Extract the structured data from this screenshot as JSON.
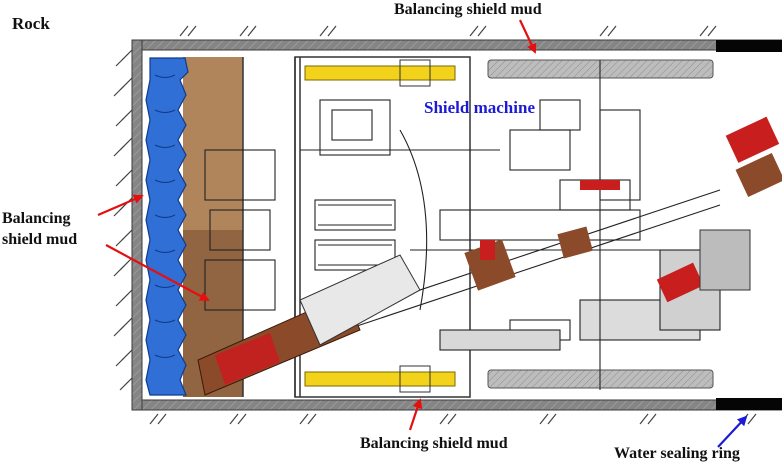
{
  "labels": {
    "rock": "Rock",
    "mud_top": "Balancing shield mud",
    "mud_left_line1": "Balancing",
    "mud_left_line2": "shield mud",
    "mud_bottom": "Balancing shield mud",
    "shield_machine": "Shield machine",
    "water_sealing": "Water sealing ring"
  },
  "colors": {
    "background": "#ffffff",
    "rock_hatch": "#444444",
    "shield_shell": "#7a7a7a",
    "shell_border": "#3a3a3a",
    "cutter_head": "#2f6fd6",
    "soil_chamber": "#a9784a",
    "annotation_arrow": "#e41010",
    "machine_label": "#1b1bd6",
    "water_seal_arrow": "#1b1bd6",
    "jack_yellow": "#f2d21a",
    "red_part": "#c81e1e",
    "brown_part": "#8b4a2a",
    "black_seal": "#050505"
  }
}
